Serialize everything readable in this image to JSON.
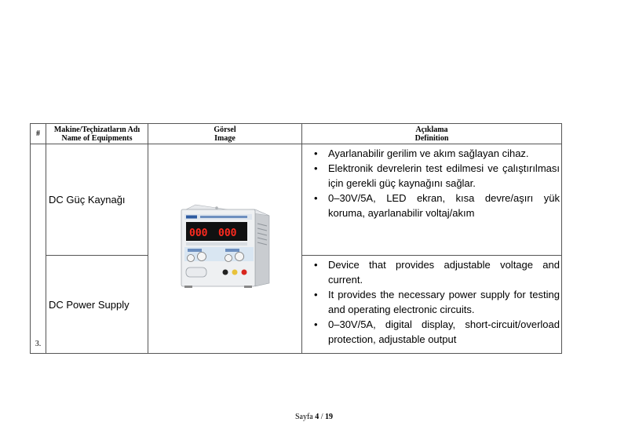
{
  "table": {
    "headers": {
      "num": "#",
      "name_tr": "Makine/Teçhizatların Adı",
      "name_en": "Name of Equipments",
      "image_tr": "Görsel",
      "image_en": "Image",
      "desc_tr": "Açıklama",
      "desc_en": "Definition"
    },
    "row": {
      "number": "3.",
      "name_tr": "DC Güç Kaynağı",
      "name_en": "DC Power Supply",
      "desc_tr": [
        "Ayarlanabilir gerilim ve akım sağlayan cihaz.",
        "Elektronik devrelerin test edilmesi ve çalıştırılması için gerekli güç kaynağını sağlar.",
        "0–30V/5A, LED ekran, kısa devre/aşırı yük koruma, ayarlanabilir voltaj/akım"
      ],
      "desc_en": [
        "Device that provides adjustable voltage and current.",
        "It provides the necessary power supply for testing and operating electronic circuits.",
        "0–30V/5A, digital display, short-circuit/overload protection, adjustable output"
      ],
      "display_left": "000",
      "display_right": "000"
    }
  },
  "footer": {
    "prefix": "Sayfa",
    "page": "4",
    "separator": "/",
    "total": "19"
  }
}
